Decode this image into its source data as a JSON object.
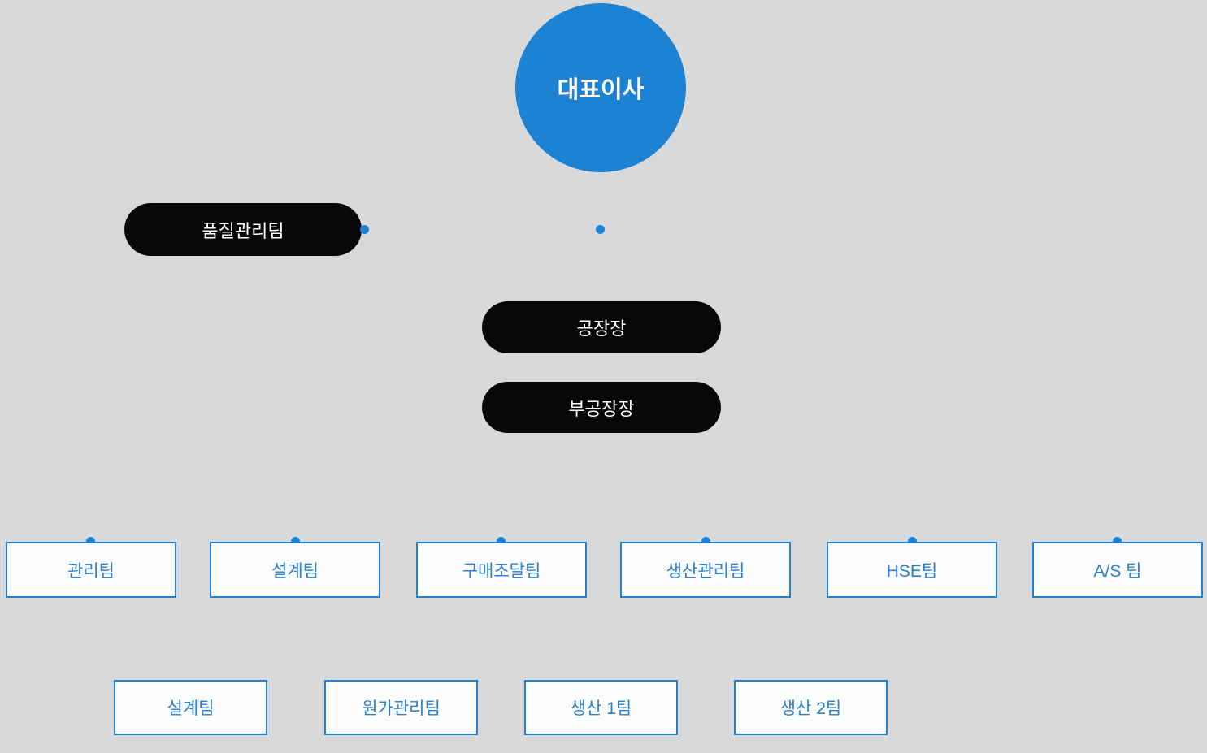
{
  "colors": {
    "background": "#d9d9d9",
    "accent_blue": "#1e82d2",
    "pill_black": "#070707",
    "box_background": "#fdfdfd",
    "box_border_blue": "#1e82d2",
    "box_text_blue": "#2a80cf",
    "circle_text": "#ffffff"
  },
  "org": {
    "ceo": {
      "label": "대표이사"
    },
    "quality_team": {
      "label": "품질관리팀"
    },
    "factory_manager": {
      "label": "공장장"
    },
    "deputy_factory_manager": {
      "label": "부공장장"
    },
    "level1_teams": [
      {
        "label": "관리팀"
      },
      {
        "label": "설계팀"
      },
      {
        "label": "구매조달팀"
      },
      {
        "label": "생산관리팀"
      },
      {
        "label": "HSE팀"
      },
      {
        "label": "A/S 팀"
      }
    ],
    "level2_teams": [
      {
        "label": "설계팀"
      },
      {
        "label": "원가관리팀"
      },
      {
        "label": "생산 1팀"
      },
      {
        "label": "생산 2팀"
      }
    ]
  }
}
